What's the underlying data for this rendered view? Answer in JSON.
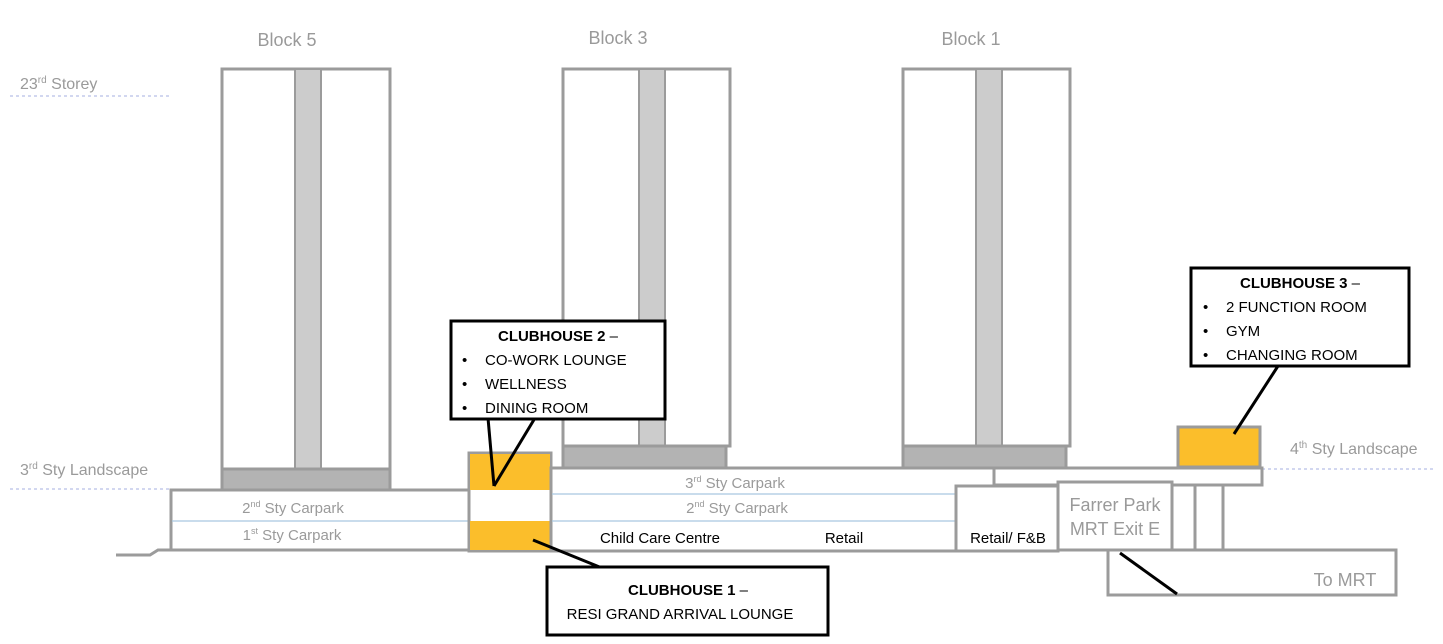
{
  "colors": {
    "outline": "#9b9b9b",
    "core_fill": "#cccccc",
    "podium_fill": "#b3b3b3",
    "clubhouse_fill": "#fbbe2b",
    "callout_border": "#000000",
    "label_gray": "#9a9a9a",
    "guide_dash": "#b8bfe6"
  },
  "blocks": [
    {
      "id": "block5",
      "label": "Block 5"
    },
    {
      "id": "block3",
      "label": "Block 3"
    },
    {
      "id": "block1",
      "label": "Block 1"
    }
  ],
  "levels": {
    "storey_23": {
      "base": "23",
      "sup": "rd",
      "rest": " Storey"
    },
    "sty_landscape_3": {
      "base": "3",
      "sup": "rd",
      "rest": " Sty Landscape"
    },
    "sty_landscape_4": {
      "base": "4",
      "sup": "th",
      "rest": " Sty Landscape"
    }
  },
  "carparks": {
    "block5_2nd": {
      "base": "2",
      "sup": "nd",
      "rest": " Sty Carpark"
    },
    "block5_1st": {
      "base": "1",
      "sup": "st",
      "rest": " Sty Carpark"
    },
    "block3_3rd": {
      "base": "3",
      "sup": "rd",
      "rest": " Sty Carpark"
    },
    "block3_2nd": {
      "base": "2",
      "sup": "nd",
      "rest": " Sty Carpark"
    }
  },
  "ground_uses": {
    "child_care": "Child Care Centre",
    "retail": "Retail",
    "retail_fb": "Retail/ F&B"
  },
  "mrt": {
    "exit_line1": "Farrer Park",
    "exit_line2": "MRT Exit E",
    "to_mrt": "To MRT"
  },
  "clubhouses": {
    "c2": {
      "title": "CLUBHOUSE 2",
      "dash": " –",
      "bullet": "•",
      "items": [
        "CO-WORK LOUNGE",
        "WELLNESS",
        "DINING ROOM"
      ]
    },
    "c3": {
      "title": "CLUBHOUSE 3",
      "dash": " –",
      "bullet": "•",
      "items": [
        "2 FUNCTION ROOM",
        "GYM",
        "CHANGING ROOM"
      ]
    },
    "c1": {
      "title": "CLUBHOUSE 1",
      "dash": " –",
      "subtitle": "RESI GRAND ARRIVAL LOUNGE"
    }
  }
}
